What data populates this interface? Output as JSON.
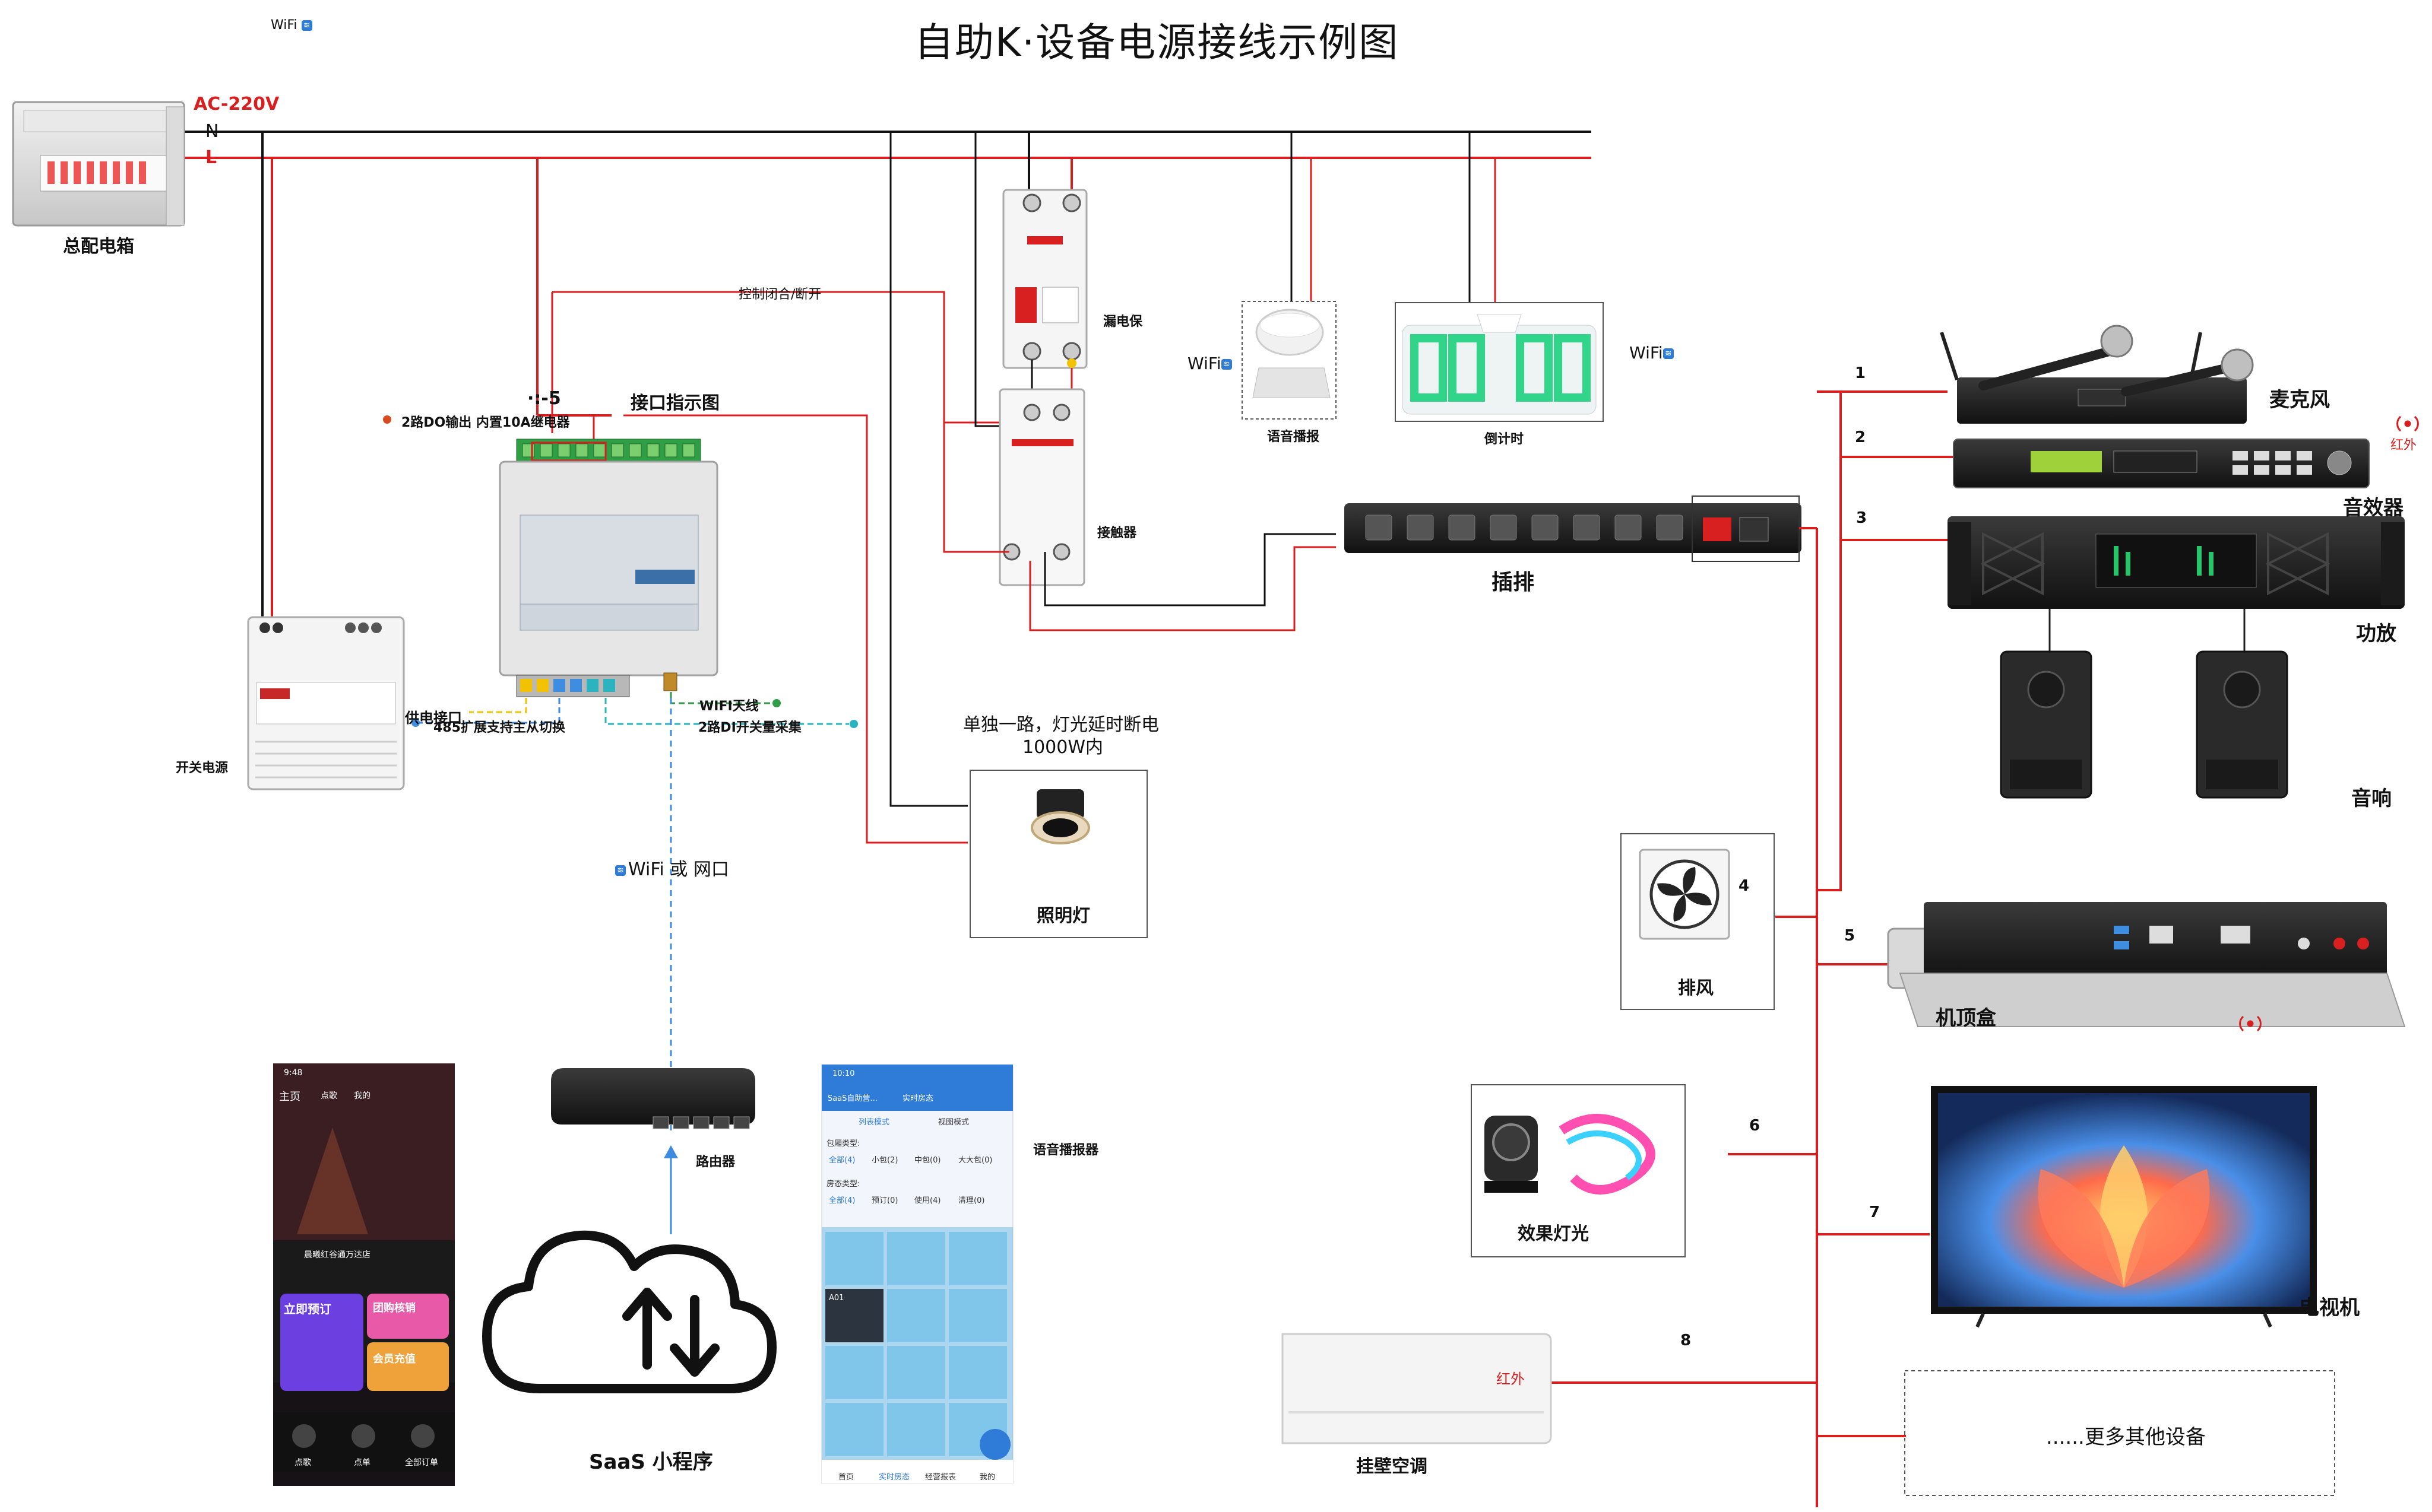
{
  "header": {
    "title": "自助K·设备电源接线示例图",
    "small_wifi": "WiFi"
  },
  "power": {
    "ac_label": "AC-220V",
    "neutral": "N",
    "live": "L",
    "main_box": "总配电箱"
  },
  "modules": {
    "switch_psu": "开关电源",
    "controller_title": "接口指示图",
    "controller_prefix": "·:-5",
    "do_label": "2路DO输出 内置10A继电器",
    "control_label": "控制闭合/断开",
    "power_port": "供电接口",
    "rs485": "485扩展支持主从切换",
    "wifi_antenna": "WIFI天线",
    "di_label": "2路DI开关量采集",
    "leakage": "漏电保",
    "contactor": "接触器",
    "voice": "语音播报",
    "countdown": "倒计时",
    "wifi1": "WiFi",
    "wifi2": "WiFi",
    "power_strip": "插排",
    "light_note_1": "单独一路，灯光延时断电",
    "light_note_2": "1000W内",
    "light": "照明灯",
    "network": "WiFi 或  网口",
    "router": "路由器",
    "saas": "SaaS 小程序",
    "voice_reporter": "语音播报器"
  },
  "devices": [
    {
      "num": "1",
      "label": "麦克风"
    },
    {
      "num": "2",
      "label": "音效器"
    },
    {
      "num": "3",
      "label": "功放"
    },
    {
      "num": "",
      "label": "音响"
    },
    {
      "num": "4",
      "label": "排风"
    },
    {
      "num": "5",
      "label": "机顶盒"
    },
    {
      "num": "6",
      "label": "效果灯光"
    },
    {
      "num": "7",
      "label": "电视机"
    },
    {
      "num": "8",
      "label": "挂壁空调"
    },
    {
      "num": "",
      "label": "......更多其他设备"
    }
  ],
  "ir_labels": {
    "ir1": "红外",
    "ir2": "红外"
  },
  "phone_app": {
    "time": "9:48",
    "tabs": [
      "主页",
      "点歌",
      "我的"
    ],
    "store": "晨曦红谷通万达店",
    "btn1": "立即预订",
    "btn2": "团购核销",
    "btn3": "会员充值",
    "bottom": [
      "点歌",
      "点单",
      "全部订单"
    ]
  },
  "saas_screen": {
    "time": "10:10",
    "header": "SaaS自助营...",
    "header2": "实时房态",
    "mode1": "列表模式",
    "mode2": "视图模式",
    "pkg_type": "包厢类型:",
    "pkg_opts": [
      "全部(4)",
      "小包(2)",
      "中包(0)",
      "大大包(0)"
    ],
    "room_type": "房态类型:",
    "room_opts": [
      "全部(4)",
      "预订(0)",
      "使用(4)",
      "清理(0)"
    ],
    "room_no": "A01",
    "bottom": [
      "首页",
      "实时房态",
      "经营报表",
      "我的"
    ]
  },
  "colors": {
    "red_wire": "#d81e1e",
    "black_wire": "#111111",
    "blue_dash": "#3c8be0",
    "cyan_dash": "#2bb3c0",
    "accent_blue": "#2f7bd8"
  }
}
